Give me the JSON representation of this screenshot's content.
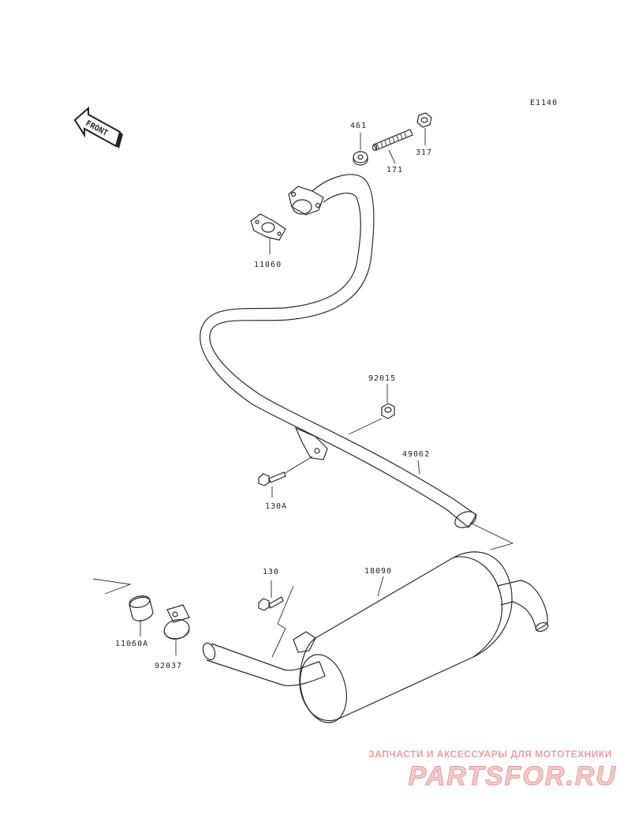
{
  "diagram_code": "E1140",
  "front_label": "FRONT",
  "parts": [
    {
      "id": "461"
    },
    {
      "id": "317"
    },
    {
      "id": "171"
    },
    {
      "id": "11060"
    },
    {
      "id": "92015"
    },
    {
      "id": "49062"
    },
    {
      "id": "130A"
    },
    {
      "id": "130"
    },
    {
      "id": "18090"
    },
    {
      "id": "11060A"
    },
    {
      "id": "92037"
    }
  ],
  "watermark": {
    "caption": "ЗАПЧАСТИ И АКСЕССУАРЫ ДЛЯ МОТОТЕХНИКИ",
    "logo": "PARTSFOR.RU"
  }
}
